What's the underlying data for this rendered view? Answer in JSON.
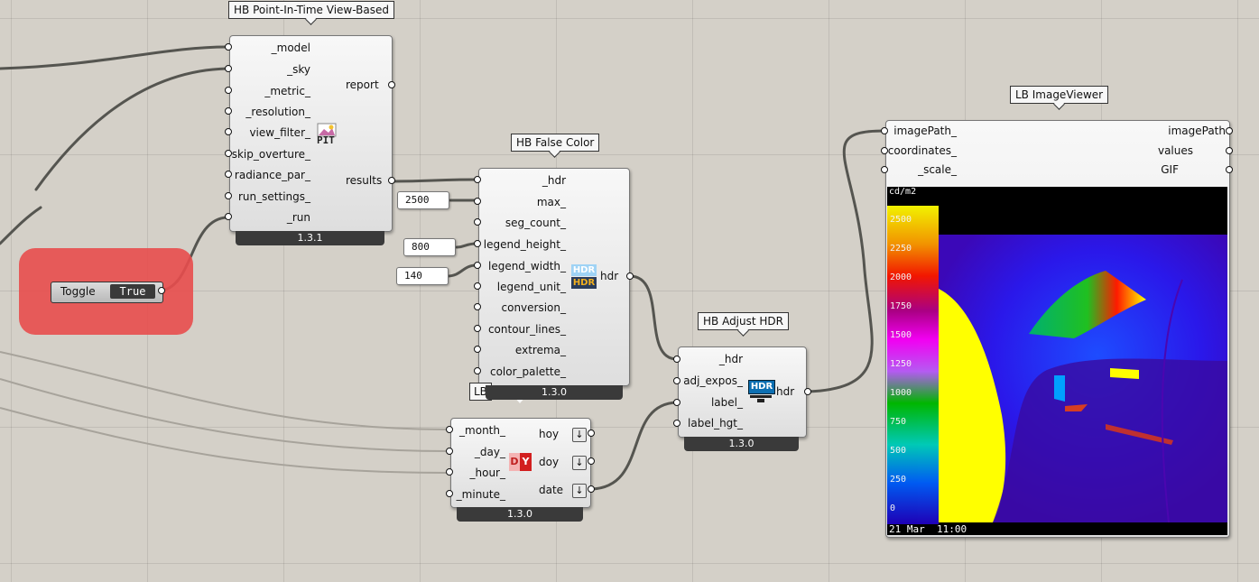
{
  "components": {
    "pit": {
      "title": "HB Point-In-Time View-Based",
      "inputs": [
        "_model",
        "_sky",
        "_metric_",
        "_resolution_",
        "view_filter_",
        "skip_overture_",
        "radiance_par_",
        "run_settings_",
        "_run"
      ],
      "outputs": [
        "report",
        "results"
      ],
      "icon_text": "PIT",
      "version": "1.3.1"
    },
    "false_color": {
      "title": "HB False Color",
      "inputs": [
        "_hdr",
        "max_",
        "seg_count_",
        "legend_height_",
        "legend_width_",
        "legend_unit_",
        "conversion_",
        "contour_lines_",
        "extrema_",
        "color_palette_"
      ],
      "outputs": [
        "hdr"
      ],
      "icon_text_top": "HDR",
      "icon_text_bottom": "HDR",
      "version": "1.3.0",
      "hidden_label": "LB"
    },
    "adjust_hdr": {
      "title": "HB Adjust HDR",
      "inputs": [
        "_hdr",
        "adj_expos_",
        "label_",
        "label_hgt_"
      ],
      "outputs": [
        "hdr"
      ],
      "icon_text": "HDR",
      "version": "1.3.0"
    },
    "date": {
      "inputs": [
        "_month_",
        "_day_",
        "_hour_",
        "_minute_"
      ],
      "outputs": [
        "hoy",
        "doy",
        "date"
      ],
      "icon_text_left": "D",
      "icon_text_right": "Y",
      "version": "1.3.0"
    },
    "image_viewer": {
      "title": "LB ImageViewer",
      "inputs": [
        "imagePath_",
        "coordinates_",
        "_scale_"
      ],
      "outputs": [
        "imagePath",
        "values",
        "GIF"
      ],
      "image": {
        "unit": "cd/m2",
        "legend_values": [
          "2500",
          "2250",
          "2000",
          "1750",
          "1500",
          "1250",
          "1000",
          "750",
          "500",
          "250",
          "0"
        ],
        "timestamp": "21 Mar  11:00"
      }
    }
  },
  "toggle": {
    "label": "Toggle",
    "value": "True",
    "color": "#e84c4c"
  },
  "number_inputs": {
    "max": "2500",
    "legend_height": "800",
    "legend_width": "140"
  },
  "colors": {
    "canvas": "#d4d0c8",
    "wire": "#555550",
    "version_bar": "#3a3a3a"
  }
}
